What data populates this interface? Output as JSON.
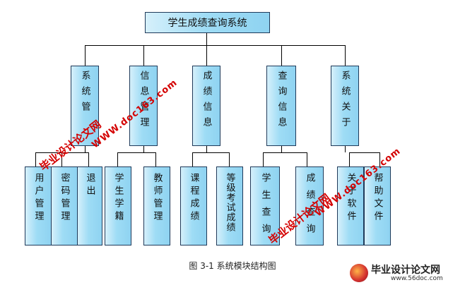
{
  "diagram": {
    "root": "学生成绩查询系统",
    "modules": [
      {
        "label": "系统管",
        "children": [
          "用户管理",
          "密码管理",
          "退出"
        ]
      },
      {
        "label": "信息管理",
        "children": [
          "学生学籍",
          "教师管理"
        ]
      },
      {
        "label": "成绩信息",
        "children": [
          "课程成绩",
          "等级考试成绩"
        ]
      },
      {
        "label": "查询信息",
        "children": [
          "学生查询",
          "成绩查询"
        ]
      },
      {
        "label": "系统关于",
        "children": [
          "关于软件",
          "帮助文件"
        ]
      }
    ],
    "caption": "图 3-1 系统模块结构图"
  },
  "watermarks": {
    "cn": "毕业设计论文网",
    "url": "WWW.doc163.com"
  },
  "logo": {
    "text": "毕业设计论文网",
    "url": "www.56doc.com"
  }
}
